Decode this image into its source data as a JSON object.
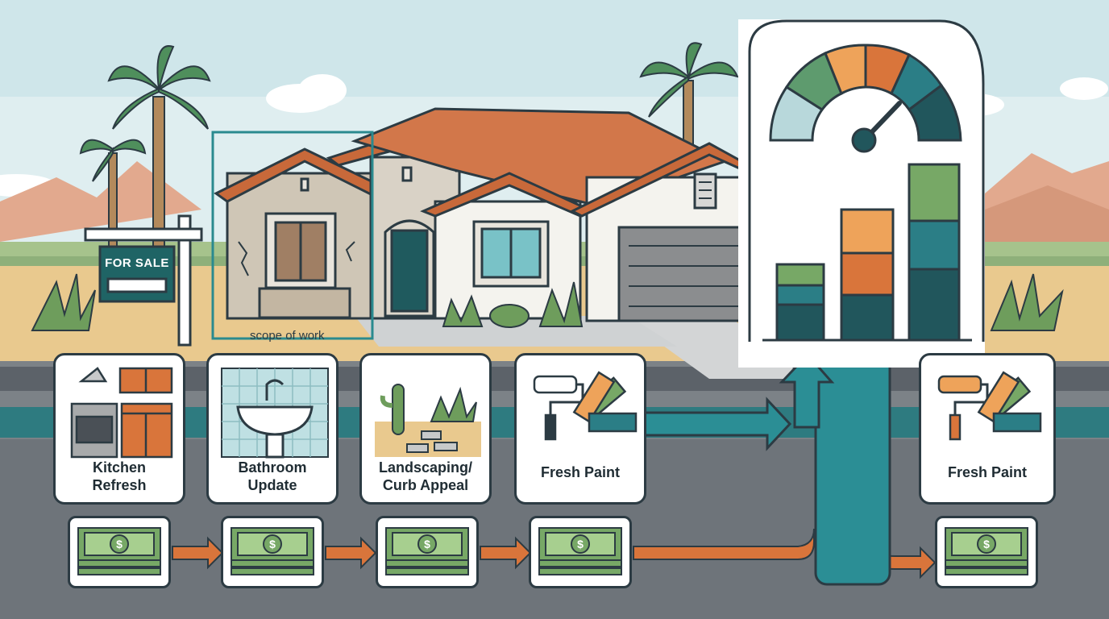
{
  "house": {
    "sign_text": "FOR SALE",
    "scope_label": "scope of work"
  },
  "steps": [
    {
      "id": "kitchen",
      "label": "Kitchen\nRefresh",
      "icon": "kitchen-icon"
    },
    {
      "id": "bathroom",
      "label": "Bathroom\nUpdate",
      "icon": "bathroom-sink-icon"
    },
    {
      "id": "landscaping",
      "label": "Landscaping/\nCurb Appeal",
      "icon": "landscaping-icon"
    },
    {
      "id": "paint",
      "label": "Fresh Paint",
      "icon": "paint-roller-icon"
    }
  ],
  "result_step": {
    "id": "paint-result",
    "label": "Fresh Paint",
    "icon": "paint-roller-icon"
  },
  "icons": {
    "cash": "money-stack-icon",
    "gauge": "value-gauge-icon",
    "bars": "stacked-bar-icon"
  },
  "colors": {
    "teal": "#2b7e86",
    "dark_teal": "#21565c",
    "orange": "#d9753b",
    "light_orange": "#eea35a",
    "green": "#77a866",
    "outline": "#2c3b43"
  }
}
